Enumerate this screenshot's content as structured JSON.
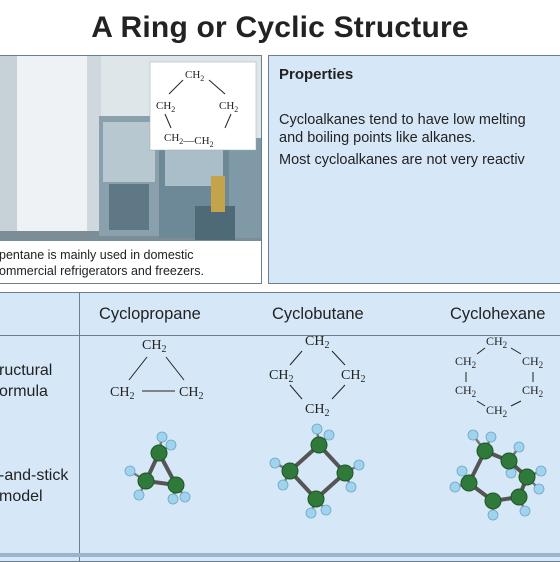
{
  "title": "A Ring or Cyclic Structure",
  "photo_panel": {
    "structure_labels": {
      "top": "CH2",
      "left": "CH2",
      "right": "CH2",
      "bottom": "CH2—CH2"
    },
    "caption_line1": "pentane is mainly used in domestic",
    "caption_line2": "ommercial refrigerators and freezers."
  },
  "properties": {
    "heading": "Properties",
    "line1": "Cycloalkanes tend to have low melting",
    "line2": "and boiling points like alkanes.",
    "line3": "Most cycloalkanes are not very reactiv"
  },
  "table": {
    "columns": [
      "Cyclopropane",
      "Cyclobutane",
      "Cyclohexane"
    ],
    "row1_label_line1": "ructural",
    "row1_label_line2": "ormula",
    "row2_label_line1": "-and-stick",
    "row2_label_line2": "model",
    "ch2": "CH2"
  },
  "colors": {
    "panel": "#d6e8f7",
    "border": "#6d7f8e",
    "carbon": "#2f7a3b",
    "hydrogen": "#9fd3ee"
  }
}
